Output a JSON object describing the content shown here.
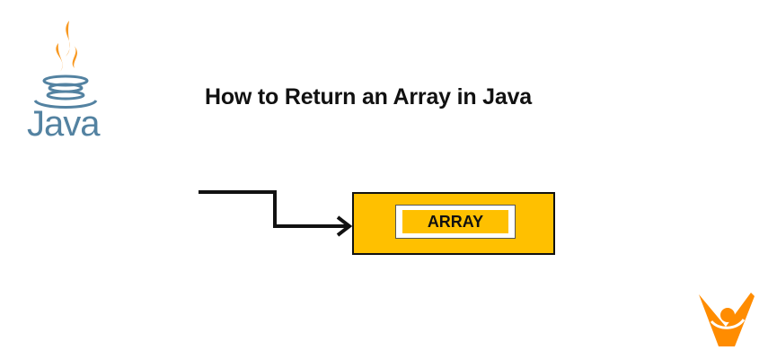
{
  "title": "How to Return an Array in Java",
  "java_logo": {
    "text": "Java",
    "colors": {
      "steam": "#f89820",
      "cup": "#5382a1"
    }
  },
  "diagram": {
    "box_label": "ARRAY",
    "colors": {
      "fill": "#ffc000",
      "border": "#111111",
      "inner": "#ffffff"
    }
  },
  "brand_logo": {
    "icon": "person-v-icon",
    "color": "#ff8c00"
  }
}
